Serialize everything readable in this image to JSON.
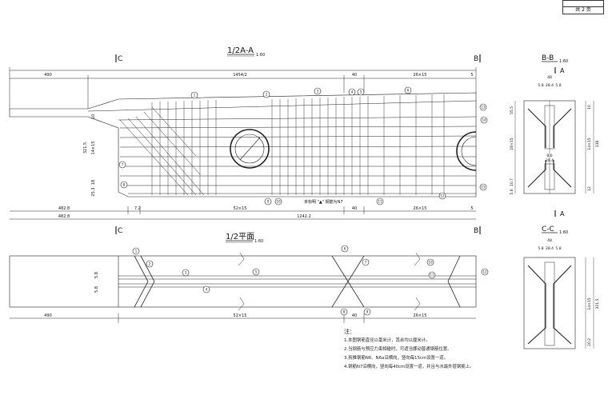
{
  "sheet": {
    "page_text": "共 2 页"
  },
  "view_main": {
    "title": "1/2A-A",
    "scale": "1:60",
    "section_left": "C",
    "section_right": "B",
    "top_dims": [
      "490",
      "1454/2",
      "40",
      "26×15",
      "5"
    ],
    "bottom_dims_row1": [
      "482.8",
      "7.2",
      "52×15",
      "40",
      "26×15",
      "5"
    ],
    "bottom_dims_row2": [
      "482.8",
      "1242.2"
    ],
    "left_dims": [
      "321.5",
      "14×15",
      "10",
      "18",
      "25.3"
    ],
    "legend_note": "未标明 \"▲\" 钢筋为N7",
    "callouts": [
      "1",
      "2",
      "3",
      "4",
      "5",
      "6",
      "7",
      "8",
      "9",
      "10",
      "11",
      "12",
      "13",
      "14",
      "15"
    ]
  },
  "view_plan": {
    "title": "1/2平面",
    "scale": "1:60",
    "section_left": "C",
    "section_right": "B",
    "bottom_dims": [
      "490",
      "52×15",
      "40",
      "26×15"
    ],
    "left_dims": [
      "5.8",
      "5.8"
    ],
    "callouts": [
      "1",
      "2",
      "3",
      "4",
      "5",
      "6",
      "7",
      "8",
      "9",
      "10",
      "11",
      "12"
    ]
  },
  "section_bb": {
    "title": "B-B",
    "scale": "1:60",
    "cut_label": "A",
    "top_dims": [
      "48",
      "5.8",
      "28.4",
      "5.8",
      "8.6",
      "28.4"
    ],
    "right_dims": [
      "338",
      "14×15",
      "10",
      "12"
    ],
    "left_dims": [
      "55.5",
      "16×15",
      "10.7",
      "5.6"
    ]
  },
  "section_cc": {
    "title": "C-C",
    "scale": "1:60",
    "top_dims": [
      "48",
      "5.8",
      "28.4",
      "5.8"
    ],
    "right_dims": [
      "321.5",
      "14×15",
      "20.2"
    ]
  },
  "notes": {
    "title": "注：",
    "items": [
      "1.本图钢筋直径以毫米计，其余均以厘米计。",
      "2.当钢筋与预应力束相碰时，可适当挪动普通钢筋位置。",
      "3.剪推钢筋N6、N6a沿横向，竖向每15cm设置一道。",
      "4.钢筋N7沿横向，竖向每40cm设置一道，并且与水最外层钢筋上。"
    ]
  }
}
